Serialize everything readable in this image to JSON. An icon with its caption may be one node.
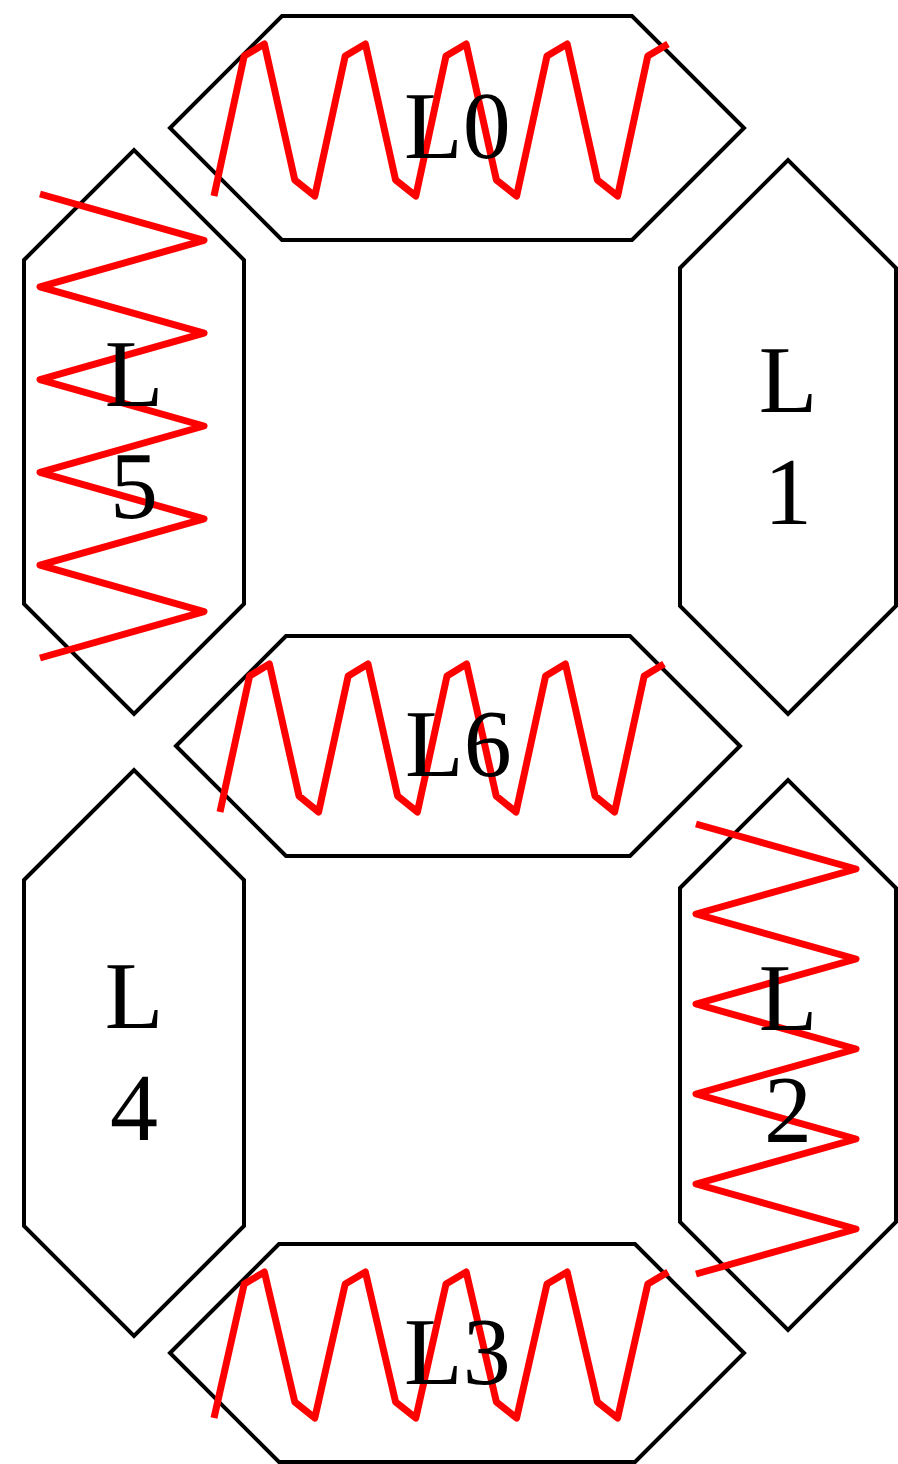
{
  "diagram": {
    "nodes": [
      {
        "text": [
          "L0"
        ]
      },
      {
        "text": [
          "L 5"
        ]
      },
      {
        "text": [
          "L 1"
        ]
      },
      {
        "text": [
          "L6"
        ]
      },
      {
        "text": [
          "L 4"
        ]
      },
      {
        "text": [
          "L 2"
        ]
      },
      {
        "text": [
          "L3"
        ]
      }
    ]
  }
}
